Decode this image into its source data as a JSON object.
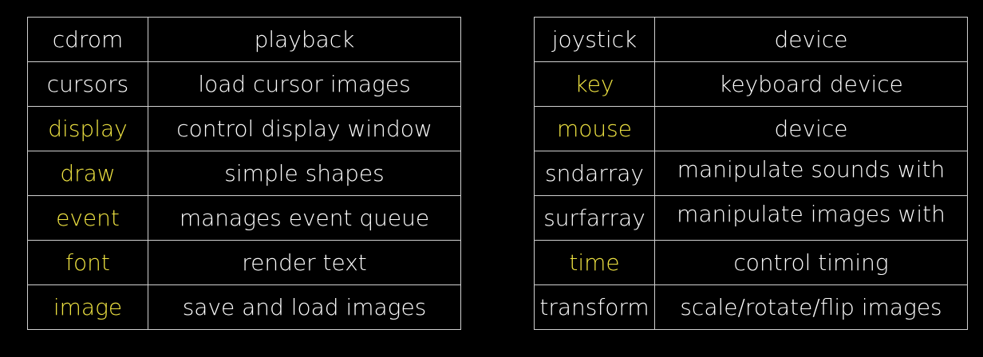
{
  "colors": {
    "background": "#000000",
    "text": "#ffffff",
    "highlight": "#f0e442",
    "border": "#d0d0d0"
  },
  "left_table": [
    {
      "module": "cdrom",
      "description": "playback",
      "highlighted": false
    },
    {
      "module": "cursors",
      "description": "load cursor images",
      "highlighted": false
    },
    {
      "module": "display",
      "description": "control display window",
      "highlighted": true
    },
    {
      "module": "draw",
      "description": "simple shapes",
      "highlighted": true
    },
    {
      "module": "event",
      "description": "manages event queue",
      "highlighted": true
    },
    {
      "module": "font",
      "description": "render text",
      "highlighted": true
    },
    {
      "module": "image",
      "description": "save and load images",
      "highlighted": true
    }
  ],
  "right_table": [
    {
      "module": "joystick",
      "description": "device",
      "highlighted": false
    },
    {
      "module": "key",
      "description": "keyboard device",
      "highlighted": true
    },
    {
      "module": "mouse",
      "description": "device",
      "highlighted": true
    },
    {
      "module": "sndarray",
      "description": "manipulate sounds with",
      "highlighted": false
    },
    {
      "module": "surfarray",
      "description": "manipulate images with",
      "highlighted": false
    },
    {
      "module": "time",
      "description": "control timing",
      "highlighted": true
    },
    {
      "module": "transform",
      "description": "scale/rotate/flip images",
      "highlighted": false
    }
  ]
}
